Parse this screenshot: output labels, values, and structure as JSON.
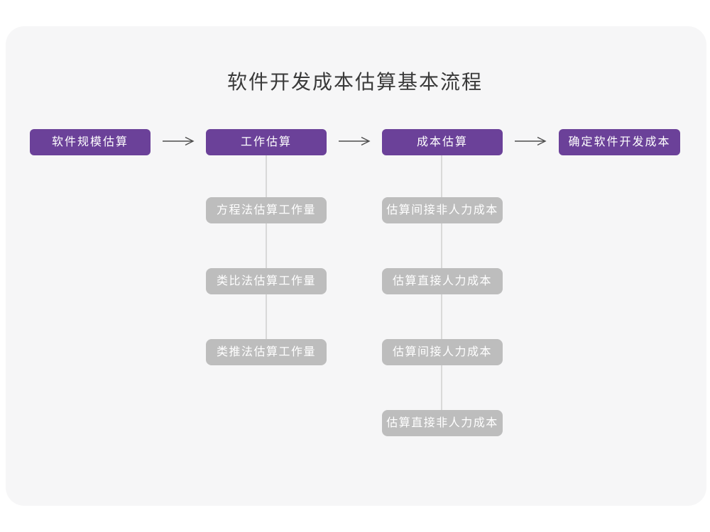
{
  "page": {
    "title": "软件开发成本估算基本流程"
  },
  "colors": {
    "canvas_bg": "#FFFFFF",
    "card_bg": "#F6F6F7",
    "title_text": "#3A3A3A",
    "step_bg": "#6B4199",
    "step_text": "#FFFFFF",
    "substep_bg": "#BDBDBD",
    "substep_text": "#FFFFFF",
    "connector": "#D9D9D9",
    "arrow": "#4D4D4D"
  },
  "flow": {
    "steps": [
      {
        "label": "软件规模估算"
      },
      {
        "label": "工作估算"
      },
      {
        "label": "成本估算"
      },
      {
        "label": "确定软件开发成本"
      }
    ]
  },
  "sub_columns": [
    {
      "parent": "工作估算",
      "items": [
        "方程法估算工作量",
        "类比法估算工作量",
        "类推法估算工作量"
      ]
    },
    {
      "parent": "成本估算",
      "items": [
        "估算间接非人力成本",
        "估算直接人力成本",
        "估算间接人力成本",
        "估算直接非人力成本"
      ]
    }
  ]
}
